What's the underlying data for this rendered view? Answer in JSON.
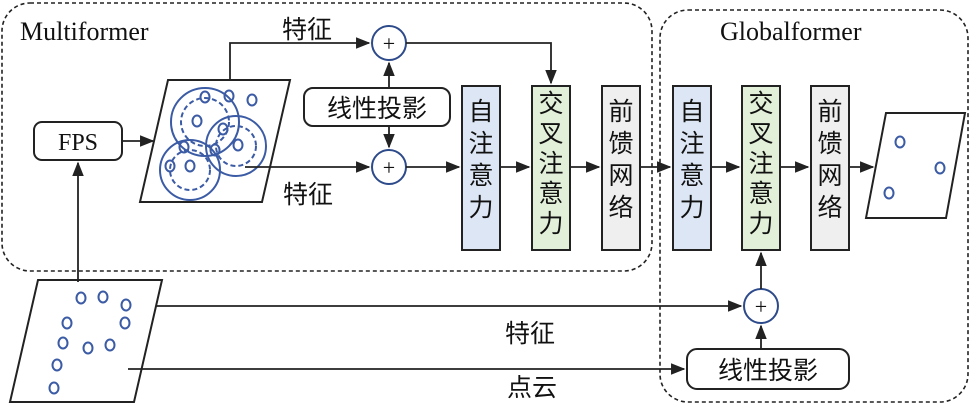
{
  "multiformer": {
    "title": "Multiformer"
  },
  "globalformer": {
    "title": "Globalformer"
  },
  "fps": {
    "label": "FPS"
  },
  "labels": {
    "feature_top": "特征",
    "feature_mid": "特征",
    "feature_bottom": "特征",
    "point_cloud": "点云",
    "plus": "+"
  },
  "linear_projection": {
    "label": "线性投影"
  },
  "blocks": {
    "m_self": [
      "自",
      "注",
      "意",
      "力"
    ],
    "m_cross": [
      "交",
      "叉",
      "注",
      "意",
      "力"
    ],
    "m_ffn": [
      "前",
      "馈",
      "网",
      "络"
    ],
    "g_self": [
      "自",
      "注",
      "意",
      "力"
    ],
    "g_cross": [
      "交",
      "叉",
      "注",
      "意",
      "力"
    ],
    "g_ffn": [
      "前",
      "馈",
      "网",
      "络"
    ]
  },
  "colors": {
    "self_attention": "#dce6f4",
    "cross_attention": "#e2f0d9",
    "ffn": "#efefef",
    "point": "#3b5ba5",
    "line": "#222222"
  }
}
